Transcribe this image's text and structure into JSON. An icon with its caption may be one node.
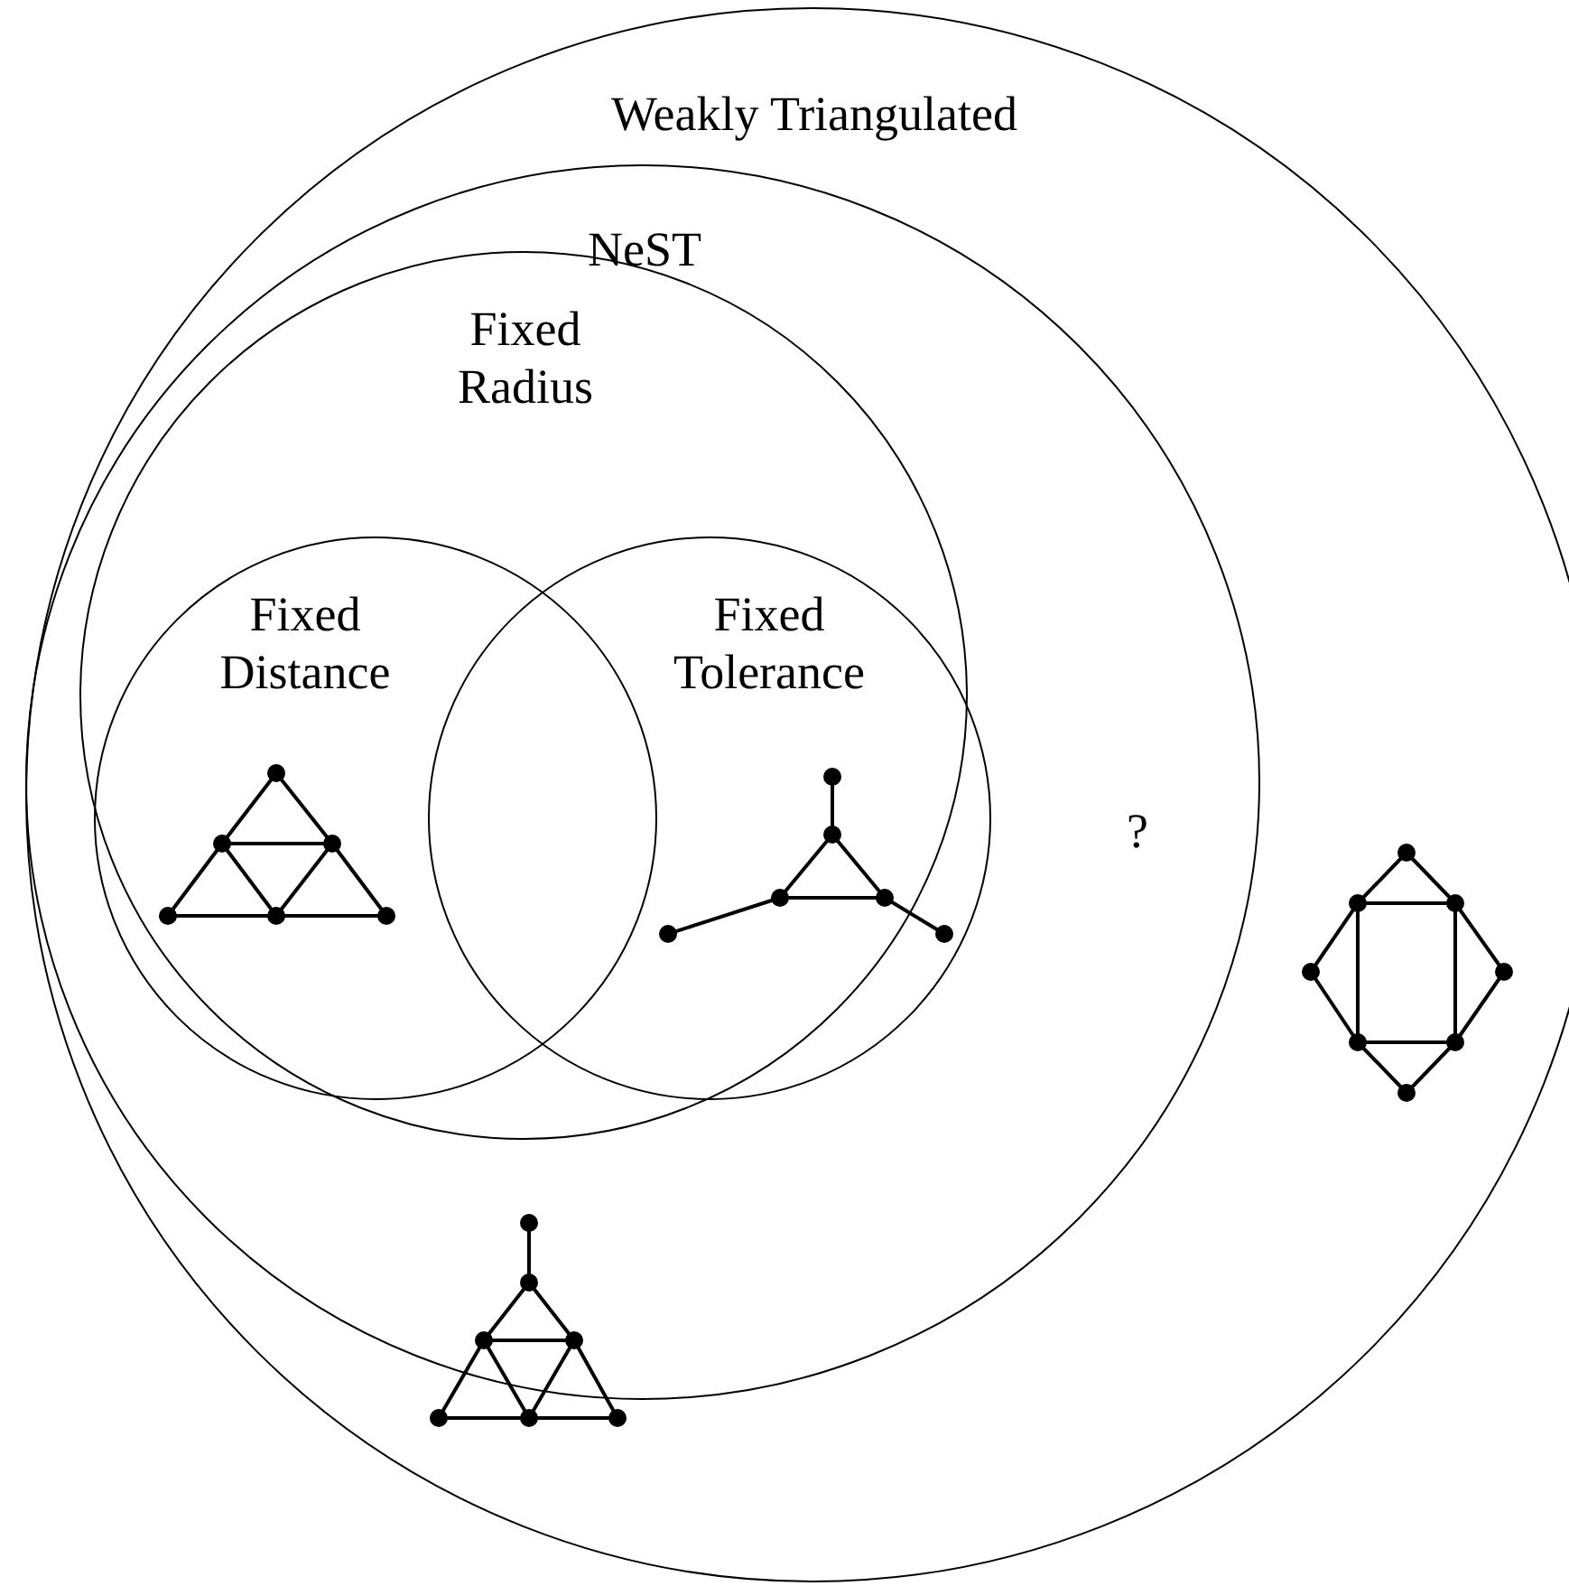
{
  "diagram": {
    "nodes": [
      {
        "text": [
          "Weakly Triangulated"
        ]
      },
      {
        "text": [
          "NeST"
        ],
        "in": 0
      },
      {
        "text": [
          "Fixed Radius"
        ],
        "in": 1
      },
      {
        "text": [
          "Fixed Distance"
        ],
        "in": 2
      },
      {
        "text": [
          "Fixed Tolerance"
        ],
        "in": 2
      }
    ],
    "labels": [
      "?"
    ]
  }
}
